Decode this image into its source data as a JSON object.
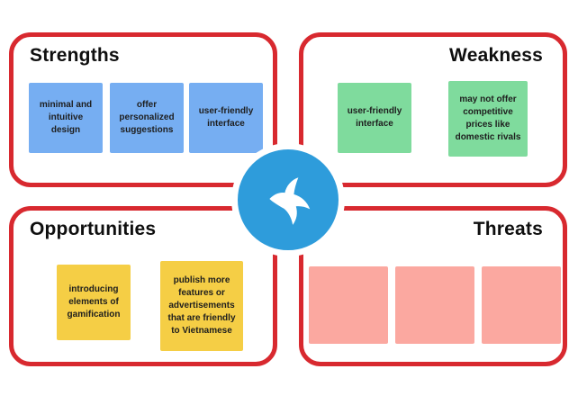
{
  "board": {
    "background_color": "#ffffff",
    "quadrant_border_color": "#d8292f"
  },
  "center_logo": {
    "icon": "bird-icon",
    "circle_color": "#2e9cdb",
    "ring_color": "#ffffff"
  },
  "quadrants": [
    {
      "id": "strengths",
      "title": "Strengths",
      "note_color": "#76aef2",
      "notes": [
        "minimal and intuitive design",
        "offer personalized suggestions",
        "user-friendly interface"
      ]
    },
    {
      "id": "weakness",
      "title": "Weakness",
      "note_color": "#7fdb9d",
      "notes": [
        "user-friendly interface",
        "may not offer competitive prices like domestic rivals"
      ]
    },
    {
      "id": "opportunities",
      "title": "Opportunities",
      "note_color": "#f5ce45",
      "notes": [
        "introducing elements of gamification",
        "publish more features or advertisements that are friendly to Vietnamese"
      ]
    },
    {
      "id": "threats",
      "title": "Threats",
      "note_color": "#fba8a0",
      "notes": [
        "",
        "",
        ""
      ]
    }
  ]
}
